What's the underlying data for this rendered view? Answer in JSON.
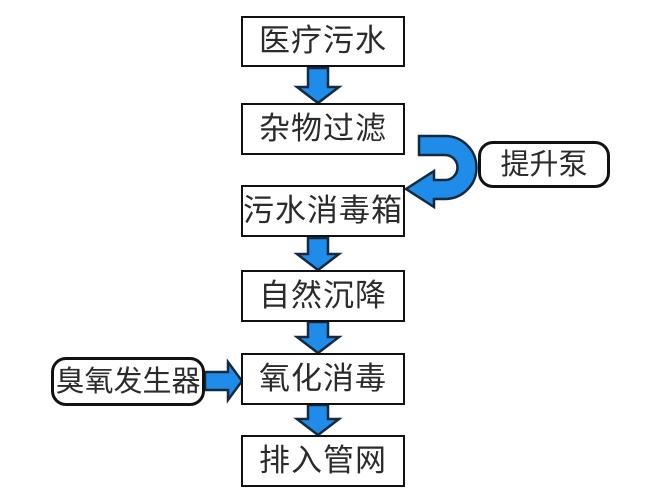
{
  "diagram": {
    "type": "flowchart",
    "description": "Medical sewage treatment process flow",
    "nodes": [
      {
        "id": "medical-sewage",
        "label": "医疗污水",
        "shape": "rect"
      },
      {
        "id": "debris-filtration",
        "label": "杂物过滤",
        "shape": "rect"
      },
      {
        "id": "sewage-disinfect-tank",
        "label": "污水消毒箱",
        "shape": "rect"
      },
      {
        "id": "natural-settling",
        "label": "自然沉降",
        "shape": "rect"
      },
      {
        "id": "oxidation-disinfect",
        "label": "氧化消毒",
        "shape": "rect"
      },
      {
        "id": "discharge-pipe-network",
        "label": "排入管网",
        "shape": "rect"
      },
      {
        "id": "lift-pump",
        "label": "提升泵",
        "shape": "rounded"
      },
      {
        "id": "ozone-generator",
        "label": "臭氧发生器",
        "shape": "rounded"
      }
    ],
    "edges": [
      {
        "from": "医疗污水",
        "to": "杂物过滤",
        "style": "straight-down"
      },
      {
        "from": "杂物过滤",
        "to": "污水消毒箱",
        "style": "u-turn-right",
        "via": "提升泵"
      },
      {
        "from": "污水消毒箱",
        "to": "自然沉降",
        "style": "straight-down"
      },
      {
        "from": "自然沉降",
        "to": "氧化消毒",
        "style": "straight-down"
      },
      {
        "from": "臭氧发生器",
        "to": "氧化消毒",
        "style": "straight-right"
      },
      {
        "from": "氧化消毒",
        "to": "排入管网",
        "style": "straight-down"
      }
    ],
    "colors": {
      "background": "#ffffff",
      "box_bg": "#ffffff",
      "box_border": "#111111",
      "text": "#2b2b2b",
      "arrow_fill": "#1e8ce8",
      "arrow_outline": "#17293d"
    }
  }
}
